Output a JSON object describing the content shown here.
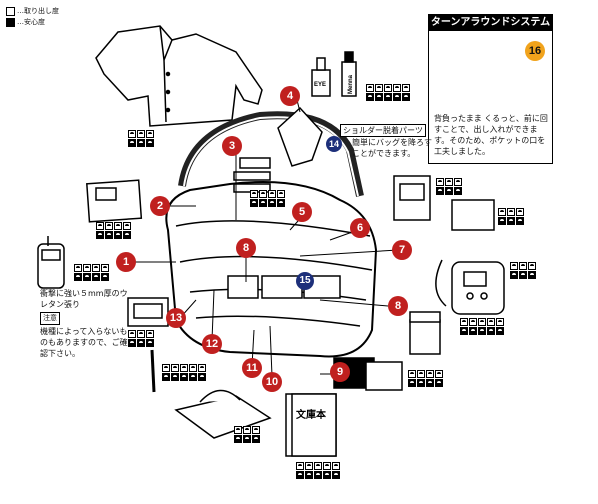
{
  "legend": [
    {
      "icon": "light-box-icon",
      "text": "…取り出し度"
    },
    {
      "icon": "dark-box-icon",
      "text": "…安心度"
    }
  ],
  "turnaround": {
    "title": "ターンアラウンドシステム",
    "number": "16",
    "text": "背負ったまま くるっと、前に回すことで、出し入れができます。そのため、ポケットの口を工夫しました。"
  },
  "shoulder": {
    "title": "ショルダー脱着パーツ",
    "text": "簡単にバッグを降ろすことができます。",
    "number": "14"
  },
  "note": {
    "cushion": "衝撃に強い５mm厚のウレタン張り",
    "tag": "注意",
    "text": "機種によって入らないものもありますので、ご確認下さい。"
  },
  "items": {
    "cosmetic_label_1": "EYE",
    "cosmetic_label_2": "Menna",
    "book_label": "文庫本"
  },
  "callouts": [
    "1",
    "2",
    "3",
    "4",
    "5",
    "6",
    "7",
    "8",
    "8",
    "9",
    "10",
    "11",
    "12",
    "13",
    "15"
  ],
  "colors": {
    "callout_red": "#c0201f",
    "callout_blue": "#1d2f7a",
    "callout_orange": "#f1a31c"
  }
}
